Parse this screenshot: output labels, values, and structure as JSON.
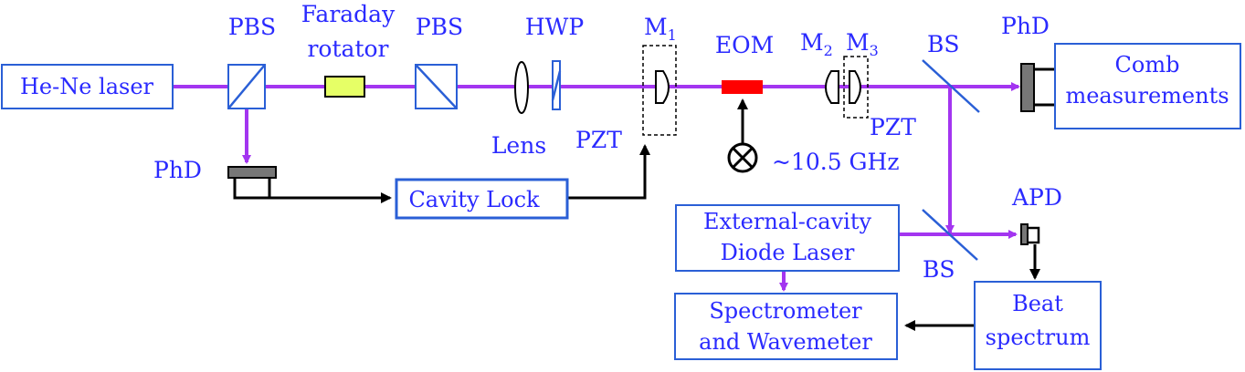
{
  "labels": {
    "pbs1": "PBS",
    "faraday_line1": "Faraday",
    "faraday_line2": "rotator",
    "pbs2": "PBS",
    "hwp": "HWP",
    "m1_main": "M",
    "m1_sub": "1",
    "eom": "EOM",
    "m2_main": "M",
    "m2_sub": "2",
    "m3_main": "M",
    "m3_sub": "3",
    "bs_top": "BS",
    "phd_top": "PhD",
    "lens": "Lens",
    "pzt_left": "PZT",
    "pzt_right": "PZT",
    "freq": "~10.5 GHz",
    "phd_left": "PhD",
    "apd": "APD",
    "bs_bottom": "BS"
  },
  "boxes": {
    "hene": "He-Ne laser",
    "comb_line1": "Comb",
    "comb_line2": "measurements",
    "cavity_lock": "Cavity Lock",
    "ecdl_line1": "External-cavity",
    "ecdl_line2": "Diode Laser",
    "spectro_line1": "Spectrometer",
    "spectro_line2": "and Wavemeter",
    "beat_line1": "Beat",
    "beat_line2": "spectrum"
  },
  "colors": {
    "beam": "#a335f0",
    "text": "#2a2aff",
    "box_border": "#2a5fd6",
    "eom": "#ff0000",
    "faraday": "#e6ff66",
    "detector": "#777777"
  }
}
